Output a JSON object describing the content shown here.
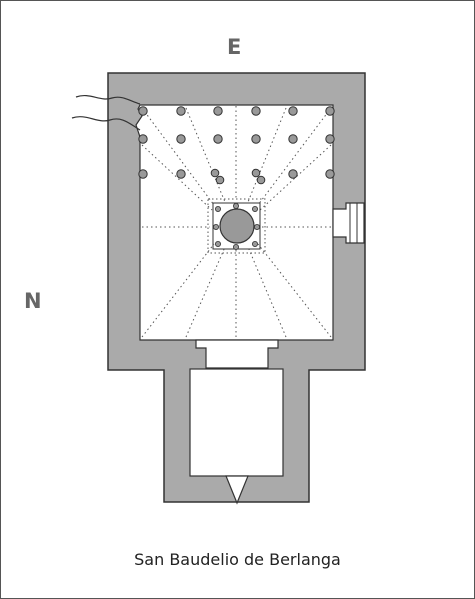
{
  "diagram": {
    "caption": "San Baudelio de Berlanga",
    "compass": {
      "east": "E",
      "north": "N"
    },
    "colors": {
      "wall_fill": "#aaaaaa",
      "outline": "#333333",
      "column_fill": "#999999",
      "dotted_line": "#555555",
      "text": "#222222",
      "compass_text": "#666666"
    }
  }
}
